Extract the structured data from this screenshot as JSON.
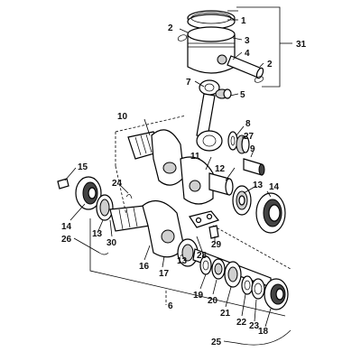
{
  "callouts": {
    "c1": "1",
    "c2a": "2",
    "c2b": "2",
    "c3": "3",
    "c4": "4",
    "c5": "5",
    "c6": "6",
    "c7": "7",
    "c8": "8",
    "c9": "9",
    "c10": "10",
    "c11": "11",
    "c12": "12",
    "c13a": "13",
    "c13b": "13",
    "c13c": "13",
    "c14a": "14",
    "c14b": "14",
    "c15": "15",
    "c16": "16",
    "c17": "17",
    "c18": "18",
    "c19": "19",
    "c20": "20",
    "c21": "21",
    "c22": "22",
    "c23": "23",
    "c24": "24",
    "c25": "25",
    "c26": "26",
    "c27": "27",
    "c28": "28",
    "c29": "29",
    "c30": "30",
    "c31": "31"
  }
}
